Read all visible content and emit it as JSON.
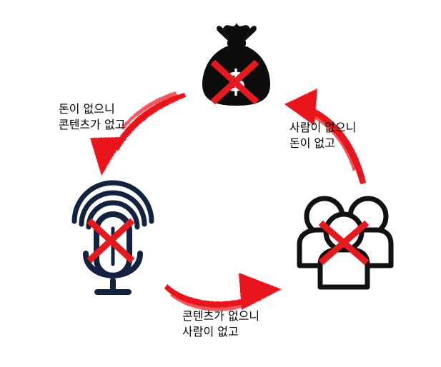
{
  "nodes": {
    "money": {
      "icon": "money-bag-icon",
      "crossed": true
    },
    "content": {
      "icon": "microphone-icon",
      "crossed": true
    },
    "people": {
      "icon": "people-group-icon",
      "crossed": true
    }
  },
  "edges": {
    "money_to_content": {
      "line1": "돈이 없으니",
      "line2": "콘텐츠가 없고"
    },
    "content_to_people": {
      "line1": "콘텐츠가 없으니",
      "line2": "사람이 없고"
    },
    "people_to_money": {
      "line1": "사람이 없으니",
      "line2": "돈이 없고"
    }
  },
  "colors": {
    "arrow": "#e8141b",
    "cross": "#e51a1f",
    "money_bag": "#0c0c0c",
    "microphone": "#13233f",
    "people": "#111111"
  }
}
